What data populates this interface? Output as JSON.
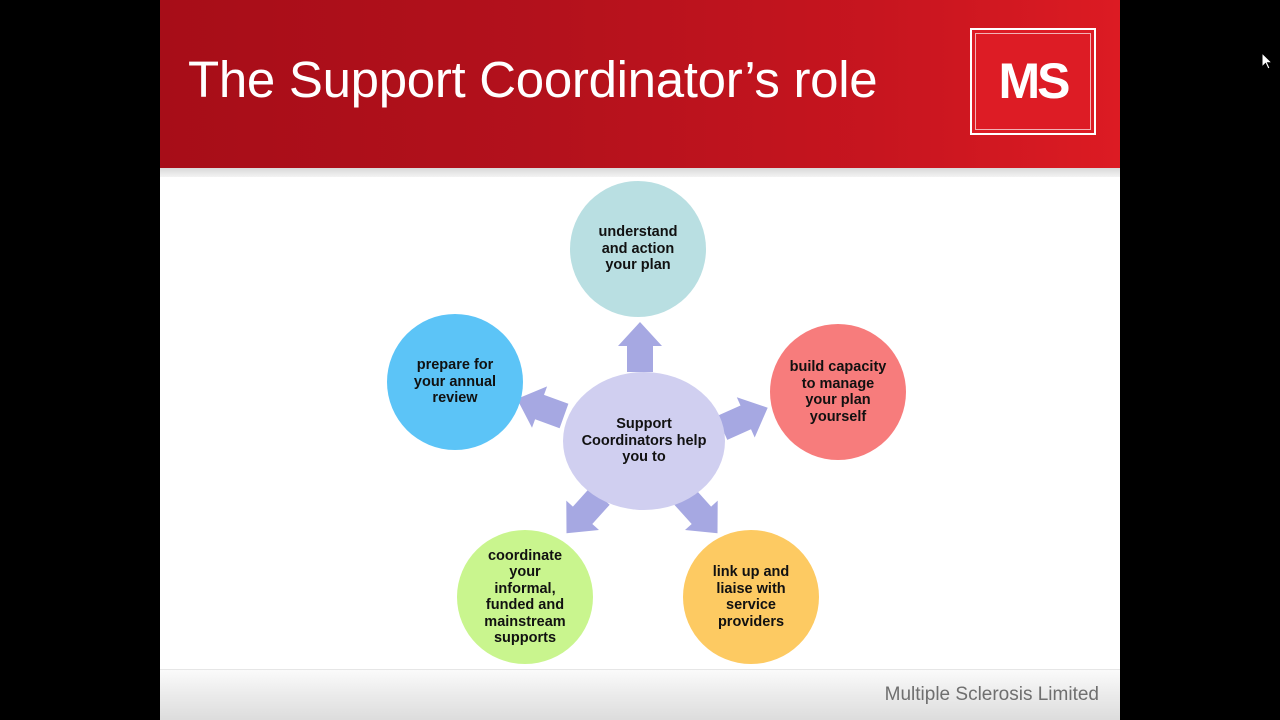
{
  "slide": {
    "title": "The Support Coordinator’s role",
    "logo_text": "MS",
    "footer": "Multiple Sclerosis Limited"
  },
  "diagram": {
    "center": {
      "label": "Support Coordinators help you to",
      "color": "#d0cff0"
    },
    "arrow_color": "#a6a8e2",
    "nodes": [
      {
        "id": "understand",
        "label": "understand and action your plan",
        "color": "#b9dfe2"
      },
      {
        "id": "build",
        "label": "build capacity to manage your plan yourself",
        "color": "#f77c7c"
      },
      {
        "id": "link",
        "label": "link up and liaise with service providers",
        "color": "#fdca62"
      },
      {
        "id": "coordinate",
        "label": "coordinate your informal, funded and mainstream supports",
        "color": "#c9f58e"
      },
      {
        "id": "prepare",
        "label": "prepare for your annual review",
        "color": "#5cc4f7"
      }
    ]
  },
  "colors": {
    "header_red": "#c0141e",
    "logo_red": "#dd1c25",
    "background": "#000000"
  }
}
